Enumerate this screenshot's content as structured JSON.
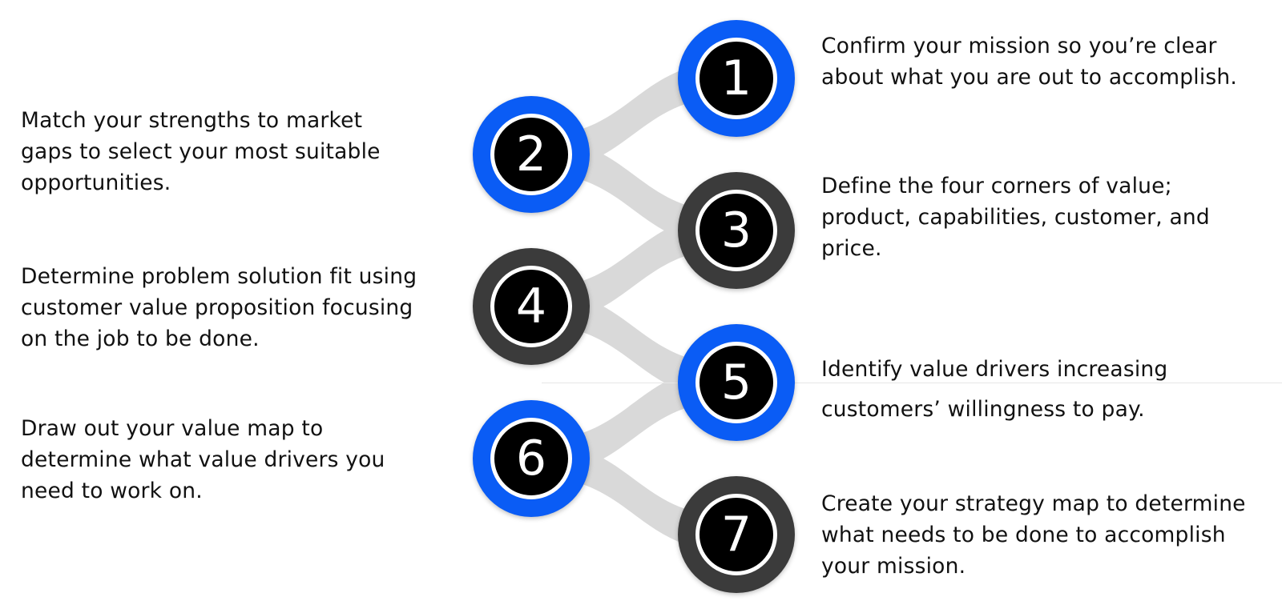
{
  "colors": {
    "blue_ring": "#0a5cf5",
    "dark_ring": "#3b3b3b",
    "connector": "#d9d9d9",
    "badge_fill": "#000000"
  },
  "steps": [
    {
      "number": "1",
      "ring": "blue",
      "text": "Confirm your mission so you’re clear about what you are out to accomplish."
    },
    {
      "number": "2",
      "ring": "blue",
      "text": "Match your strengths to market gaps to select your most suitable opportunities."
    },
    {
      "number": "3",
      "ring": "dark",
      "text": "Define the four corners of value; product, capabilities, customer, and price."
    },
    {
      "number": "4",
      "ring": "dark",
      "text": "Determine problem solution fit using customer value proposition focusing on the job to be done."
    },
    {
      "number": "5",
      "ring": "blue",
      "text": "Identify value drivers increasing customers’ willingness to pay."
    },
    {
      "number": "6",
      "ring": "blue",
      "text": "Draw out your value map to determine what value drivers you need to work on."
    },
    {
      "number": "7",
      "ring": "dark",
      "text": "Create your strategy map to determine what needs to be done to accomplish your mission."
    }
  ]
}
